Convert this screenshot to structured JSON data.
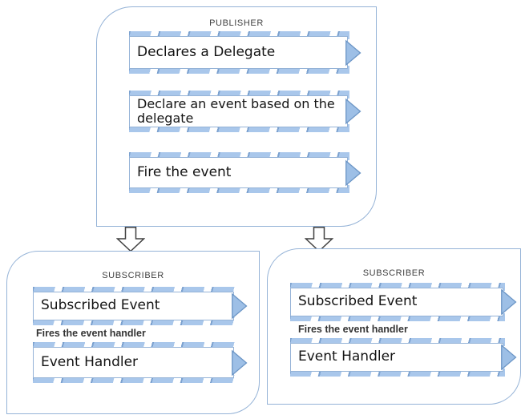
{
  "publisher": {
    "label": "PUBLISHER",
    "steps": [
      "Declares a Delegate",
      "Declare an event based on the delegate",
      "Fire the event"
    ]
  },
  "subscribers": [
    {
      "label": "SUBSCRIBER",
      "subscribed_event": "Subscribed Event",
      "note": "Fires the event handler",
      "handler": "Event Handler"
    },
    {
      "label": "SUBSCRIBER",
      "subscribed_event": "Subscribed Event",
      "note": "Fires the event handler",
      "handler": "Event Handler"
    }
  ],
  "icons": {
    "banner_arrowhead": "right-arrowhead",
    "connector": "down-block-arrow"
  },
  "colors": {
    "box_border": "#95b3d7",
    "stripe_fill": "#a9c7eb",
    "stripe_edge": "#7ba1cf",
    "arrowhead_fill": "#9dbfe6",
    "arrowhead_stroke": "#6c96c6",
    "connector_stroke": "#404040",
    "label_text": "#404040",
    "banner_text": "#141414"
  }
}
